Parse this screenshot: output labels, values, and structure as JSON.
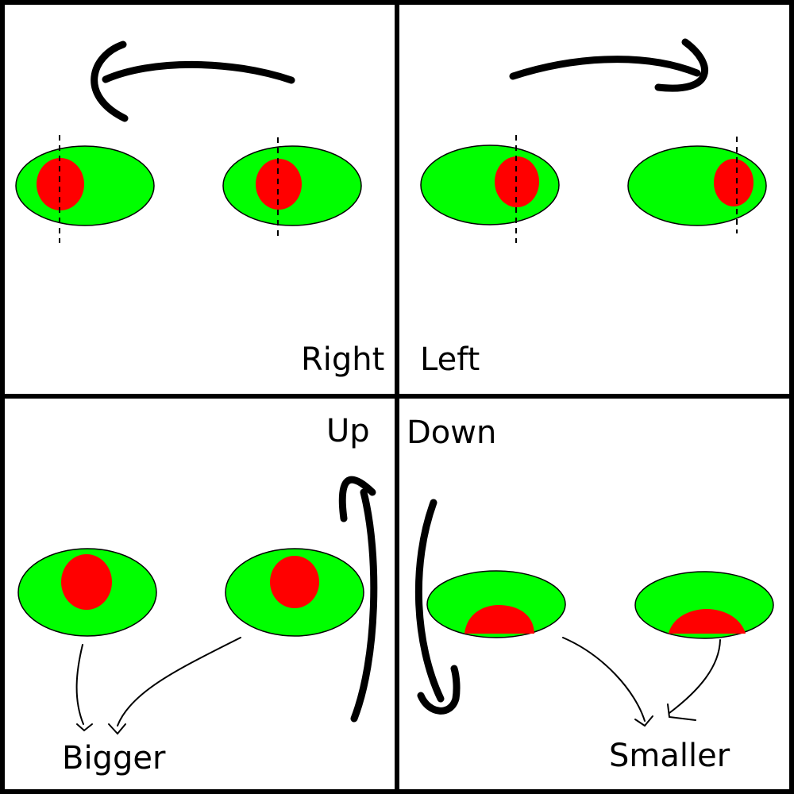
{
  "labels": {
    "right": "Right",
    "left": "Left",
    "up": "Up",
    "down": "Down",
    "bigger": "Bigger",
    "smaller": "Smaller"
  },
  "colors": {
    "eye_white": "#00ff00",
    "pupil": "#ff0000",
    "ink": "#000000",
    "background": "#ffffff"
  }
}
